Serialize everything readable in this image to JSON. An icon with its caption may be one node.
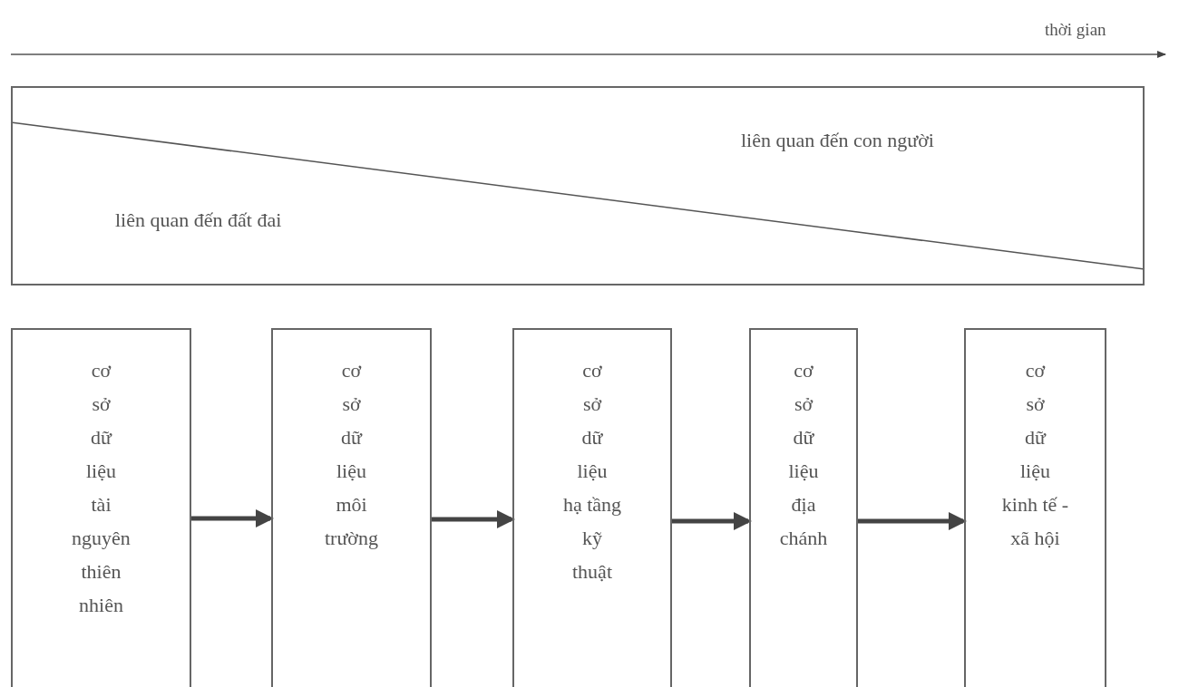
{
  "diagram": {
    "nodes": [
      {
        "text": [
          "liên quan đến con người",
          "liên quan đến đất đai"
        ]
      },
      {
        "text": [
          "cơ sở dữ liệu tài nguyên thiên nhiên"
        ]
      },
      {
        "text": [
          "cơ sở dữ liệu môi trường"
        ]
      },
      {
        "text": [
          "cơ sở dữ liệu hạ tầng kỹ thuật"
        ]
      },
      {
        "text": [
          "cơ sở dữ liệu địa chánh"
        ]
      },
      {
        "text": [
          "cơ sở dữ liệu kinh tế - xã hội"
        ]
      }
    ],
    "edges": [
      {
        "from": 1,
        "to": 2,
        "arrow": "to"
      },
      {
        "from": 2,
        "to": 3,
        "arrow": "to"
      },
      {
        "from": 3,
        "to": 4,
        "arrow": "to"
      },
      {
        "from": 4,
        "to": 5,
        "arrow": "to"
      }
    ],
    "labels": [
      "thời gian"
    ]
  }
}
